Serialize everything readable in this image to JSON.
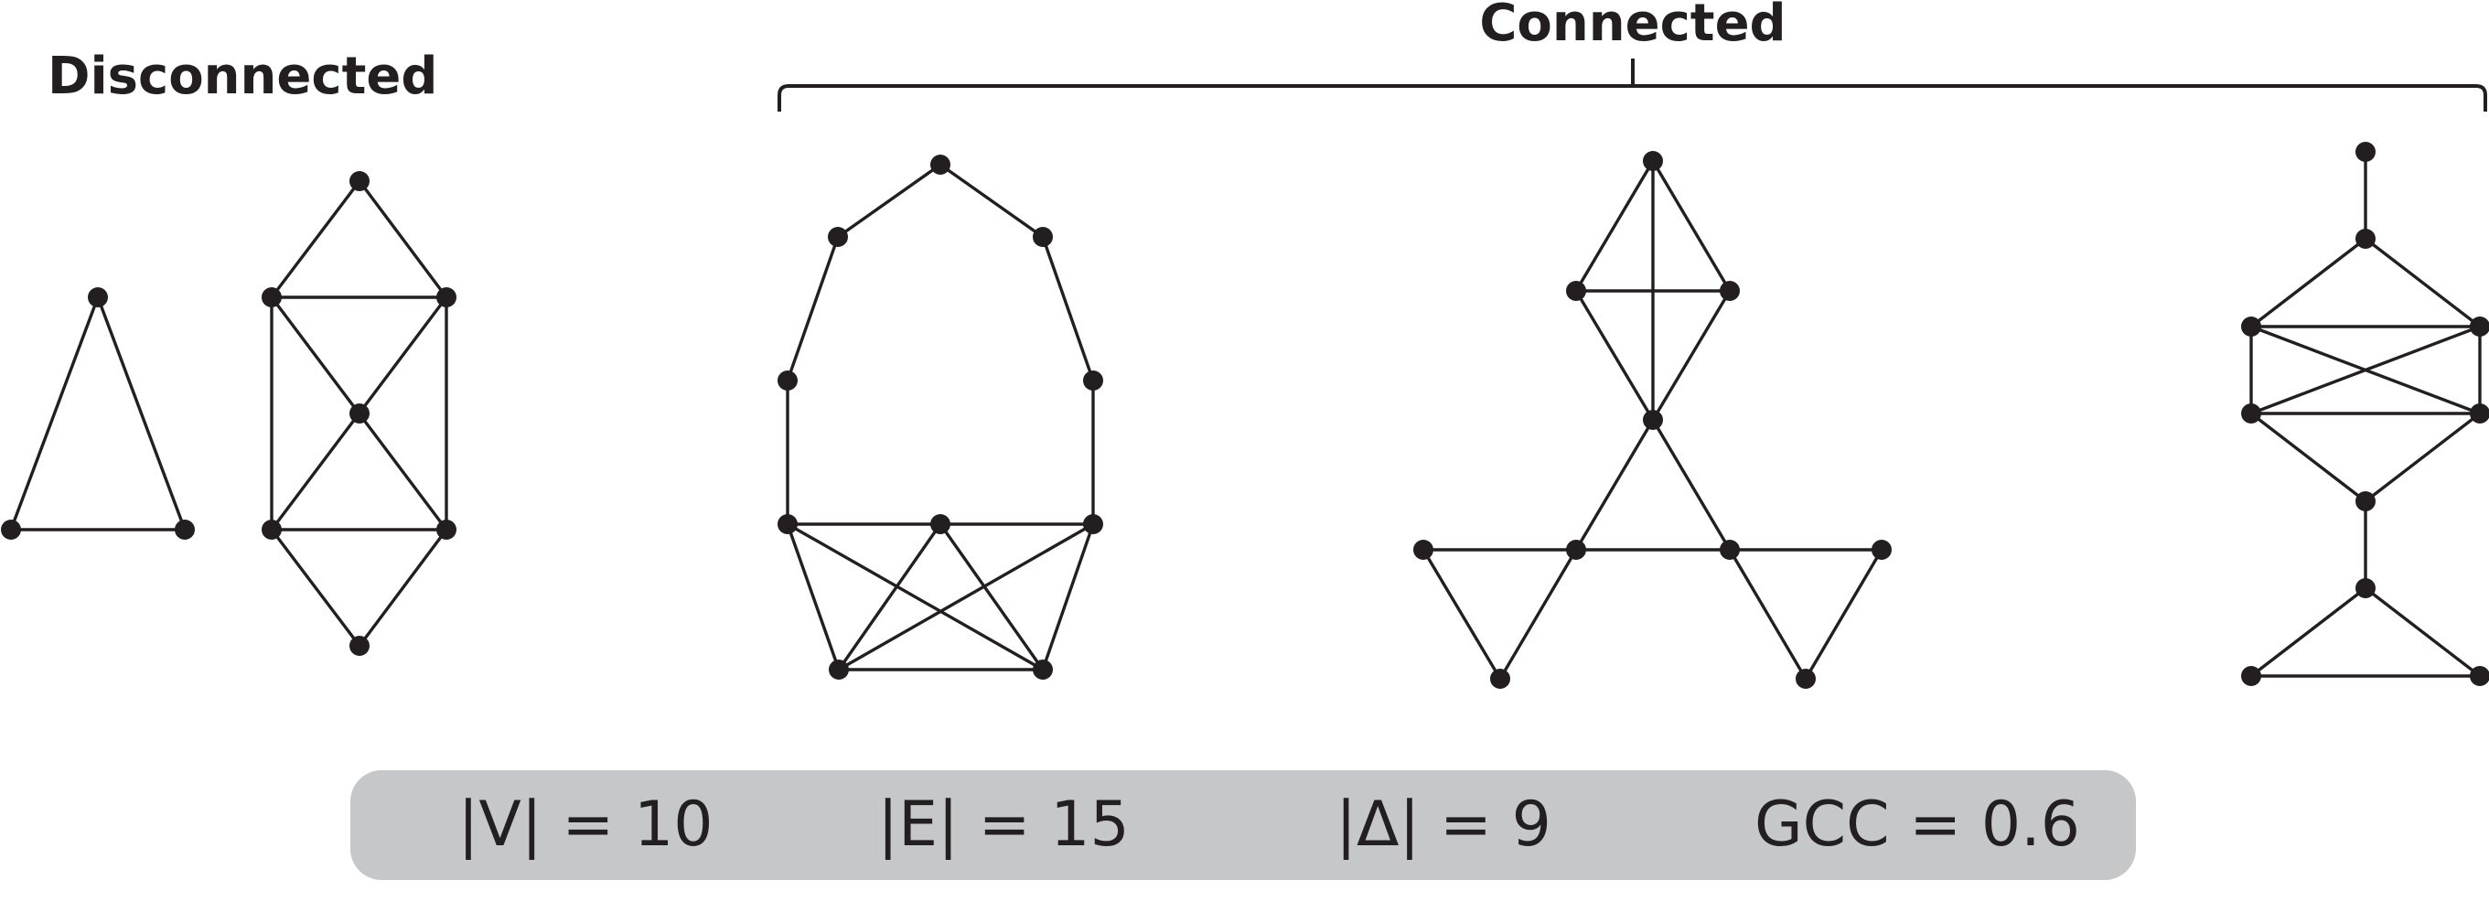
{
  "headings": {
    "disconnected": "Disconnected",
    "connected": "Connected"
  },
  "stats": {
    "v": "|V| = 10",
    "e": "|E| = 15",
    "triangles": "|Δ| = 9",
    "gcc": "GCC = 0.6"
  },
  "colors": {
    "ink": "#231f20",
    "stats_background": "#c6c7c9"
  },
  "graphs": [
    {
      "id": "disconnected",
      "group": "Disconnected",
      "nodes": 10,
      "edges": 15,
      "components": [
        "triangle (3 nodes, 3 edges)",
        "7 nodes, 12 edges"
      ]
    },
    {
      "id": "connected-ring",
      "group": "Connected",
      "nodes": 10,
      "edges": 15
    },
    {
      "id": "connected-star",
      "group": "Connected",
      "nodes": 10,
      "edges": 15
    },
    {
      "id": "connected-tower",
      "group": "Connected",
      "nodes": 10,
      "edges": 15
    }
  ]
}
